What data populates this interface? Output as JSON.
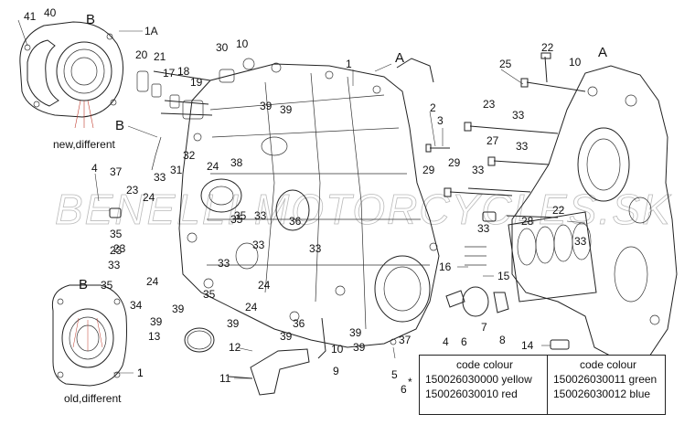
{
  "watermark": "BENELLI MOTORCYCLES.SK",
  "group_labels": {
    "a_top": "A",
    "a_right": "A",
    "b_top": "B",
    "b_mid": "B",
    "b_bottom": "B"
  },
  "captions": {
    "new_cover": "new,different",
    "old_cover": "old,different"
  },
  "legend": {
    "asterisk_ref": "6",
    "asterisk": "*",
    "left": {
      "header": "code   colour",
      "rows": [
        "150026030000 yellow",
        "150026030010 red"
      ]
    },
    "right": {
      "header": "code   colour",
      "rows": [
        "150026030011 green",
        "150026030012 blue"
      ]
    }
  },
  "callouts": [
    "41",
    "40",
    "1A",
    "30",
    "10",
    "1",
    "20",
    "21",
    "17",
    "18",
    "19",
    "39",
    "39",
    "22",
    "10",
    "25",
    "23",
    "33",
    "2",
    "3",
    "32",
    "31",
    "33",
    "27",
    "33",
    "24",
    "38",
    "4",
    "37",
    "23",
    "24",
    "35",
    "33",
    "29",
    "29",
    "33",
    "36",
    "35",
    "23",
    "33",
    "34",
    "33",
    "35",
    "24",
    "39",
    "33",
    "24",
    "39",
    "35",
    "39",
    "36",
    "24",
    "39",
    "39",
    "22",
    "28",
    "16",
    "15",
    "33",
    "37",
    "4",
    "6",
    "7",
    "8",
    "13",
    "12",
    "10",
    "39",
    "9",
    "11",
    "1",
    "5",
    "14",
    "33",
    "35",
    "33",
    "23",
    "1"
  ],
  "colors": {
    "ink": "#222222",
    "watermark": "#bbbbbb"
  }
}
